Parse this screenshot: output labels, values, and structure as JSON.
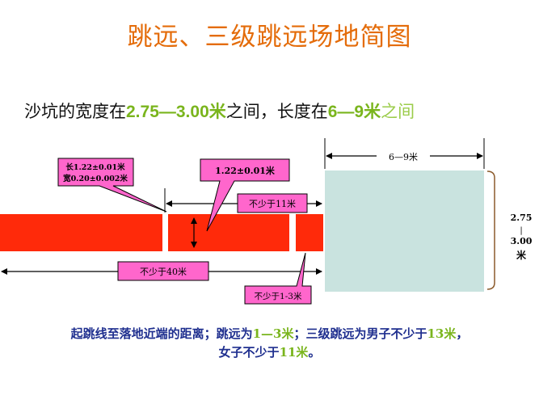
{
  "title": "跳远、三级跳远场地简图",
  "subtitle": {
    "p1": "沙坑的宽度在",
    "v1": "2.75—3.00",
    "u1": "米",
    "p2": "之间，长度在",
    "v2": "6—9",
    "u2": "米",
    "p3": "之间"
  },
  "callouts": {
    "pit_size_line1": "长1.22±0.01米",
    "pit_size_line2": "宽0.20±0.002米",
    "board_width": "1.22±0.01米"
  },
  "dimensions": {
    "pit_length": "6—9米",
    "pit_width_top": "2.75",
    "pit_width_mid": "|",
    "pit_width_bottom": "3.00",
    "pit_width_unit": "米",
    "min_11": "不少于11米",
    "min_40": "不少于40米",
    "dist_1_3": "不少于1-3米"
  },
  "caption": {
    "l1a": "起跳线至落地近端的距离；跳远为",
    "l1b": "1—3米",
    "l1c": "；三级跳远为男子不少于",
    "l1d": "13米",
    "l1e": "，",
    "l2a": "女子不少于",
    "l2b": "11米",
    "l2c": "。"
  },
  "colors": {
    "title": "#e46c0a",
    "runway": "#ff2a0a",
    "pit": "#c9e3df",
    "callout": "#ff66cc",
    "caption": "#1f2f8f",
    "highlight": "#7ab51d"
  }
}
